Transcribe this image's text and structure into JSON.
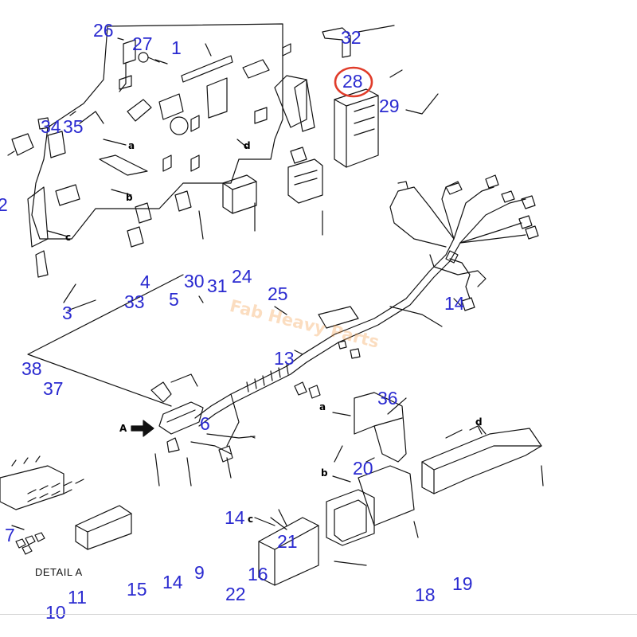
{
  "diagram": {
    "detail_label": "DETAIL A",
    "view_arrow_label": "A",
    "pointer_letters": {
      "a1": "a",
      "b1": "b",
      "c1": "c",
      "d1": "d",
      "a2": "a",
      "b2": "b",
      "c2": "c",
      "d2": "d"
    },
    "watermark": "Fab Heavy Parts",
    "highlight_color": "#e03c2a",
    "callout_color": "#2a2ad0",
    "callouts": {
      "c26": "26",
      "c27": "27",
      "c1": "1",
      "c32": "32",
      "c28": "28",
      "c29": "29",
      "c34": "34",
      "c35": "35",
      "c2": "2",
      "c4": "4",
      "c30": "30",
      "c31": "31",
      "c24": "24",
      "c25": "25",
      "c3": "3",
      "c33": "33",
      "c5": "5",
      "c14a": "14",
      "c13": "13",
      "c38": "38",
      "c37": "37",
      "c36": "36",
      "c6": "6",
      "c20": "20",
      "c14b": "14",
      "c21": "21",
      "c7": "7",
      "c16": "16",
      "c15": "15",
      "c14c": "14",
      "c9": "9",
      "c22": "22",
      "c11": "11",
      "c10": "10",
      "c18": "18",
      "c19": "19"
    }
  }
}
